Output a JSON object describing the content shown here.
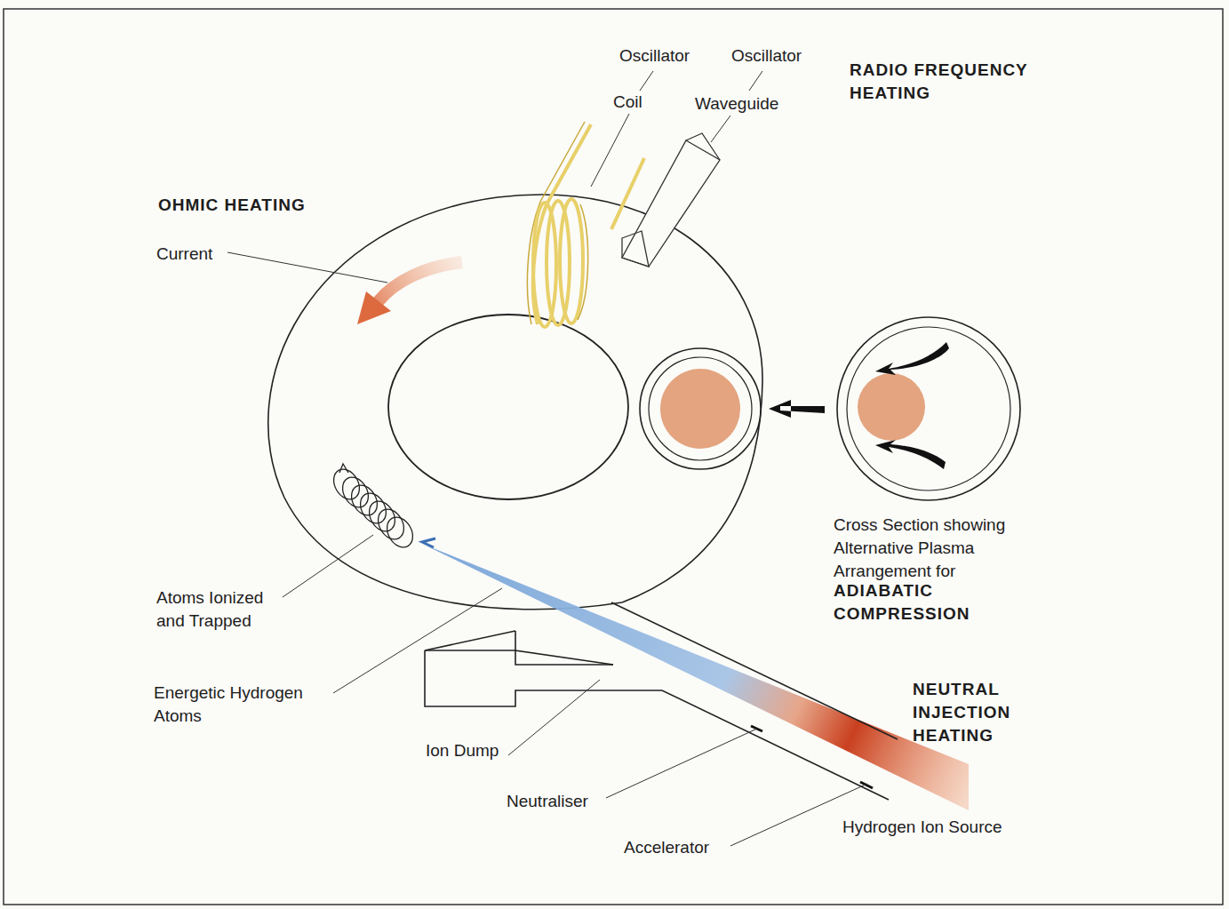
{
  "diagram": {
    "labels": [
      "Oscillator",
      "Oscillator",
      "RADIO FREQUENCY HEATING",
      "Coil",
      "Waveguide",
      "OHMIC HEATING",
      "Current",
      "Cross Section showing Alternative Plasma Arrangement for",
      "ADIABATIC COMPRESSION",
      "Atoms Ionized and Trapped",
      "Energetic Hydrogen Atoms",
      "NEUTRAL INJECTION HEATING",
      "Ion Dump",
      "Neutraliser",
      "Accelerator",
      "Hydrogen Ion Source"
    ]
  }
}
